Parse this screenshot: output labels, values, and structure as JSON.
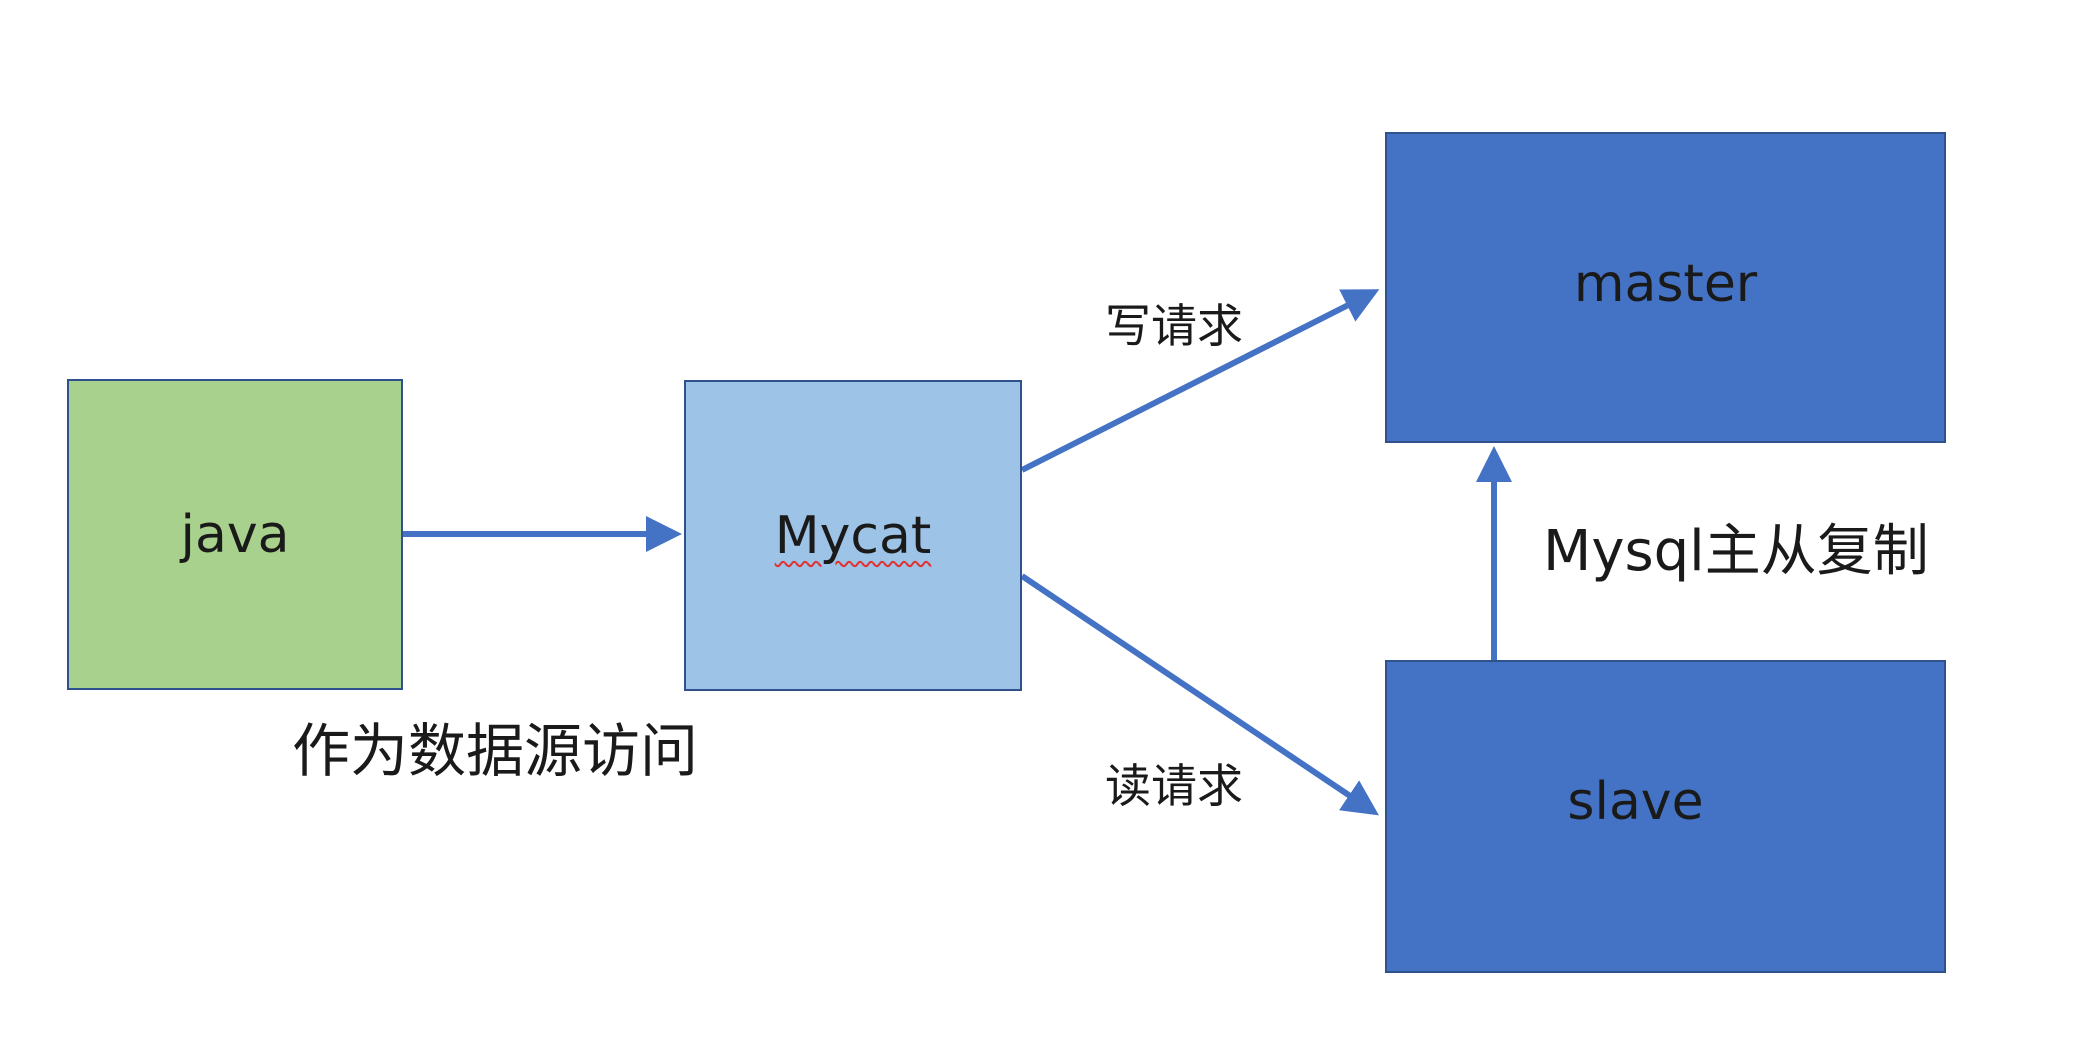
{
  "nodes": {
    "java": "java",
    "mycat": "Mycat",
    "master": "master",
    "slave": "slave"
  },
  "labels": {
    "datasource_access": "作为数据源访问",
    "write_request": "写请求",
    "read_request": "读请求",
    "replication": "Mysql主从复制"
  },
  "colors": {
    "java_fill": "#a9d18e",
    "mycat_fill": "#9dc3e6",
    "db_fill": "#4472c4",
    "arrow": "#4472c4",
    "border": "#2f528f"
  }
}
